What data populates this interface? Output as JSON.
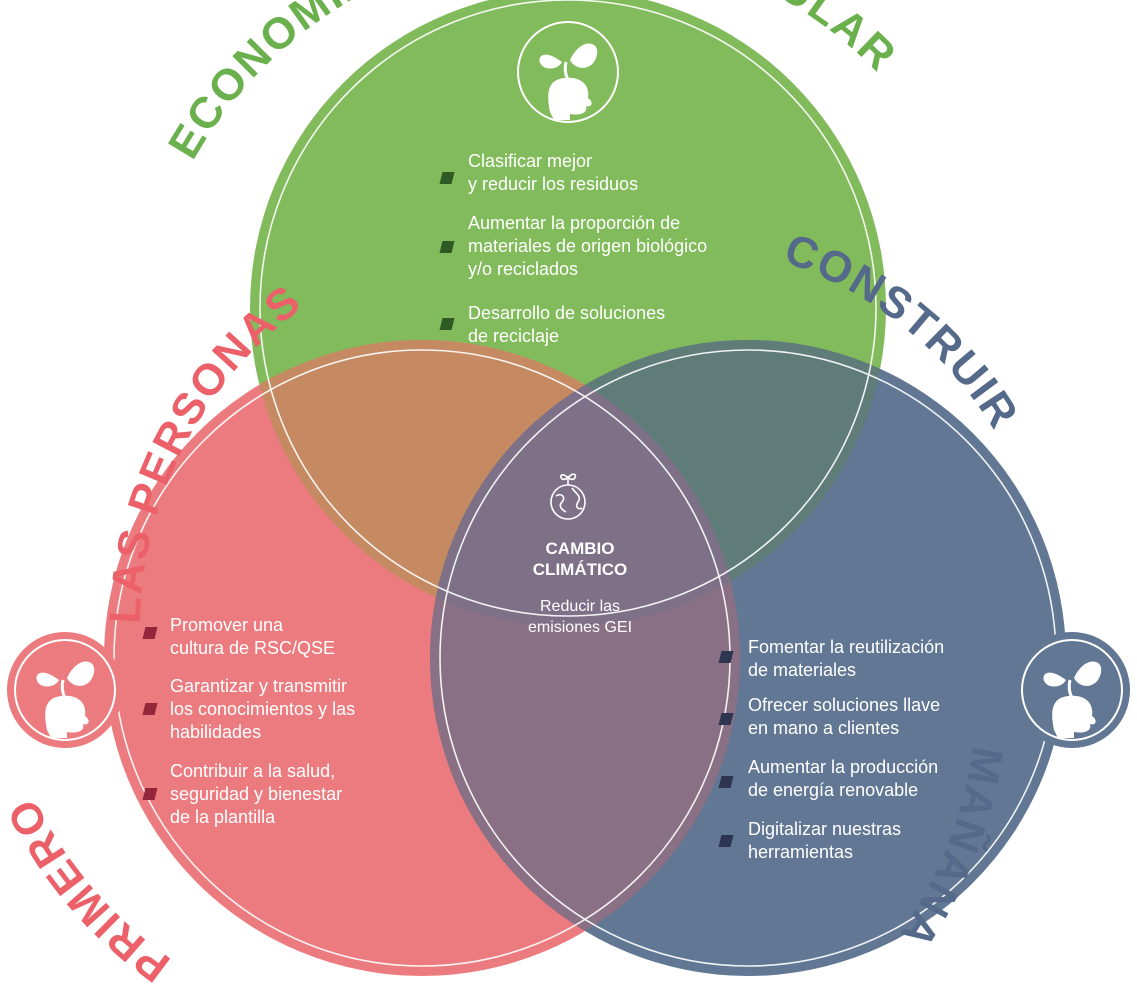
{
  "colors": {
    "green": "#82bb5b",
    "red": "#ec7b7f",
    "blue": "#627793",
    "overlap_green_red": "#c58a62",
    "overlap_green_blue": "#5f7c78",
    "overlap_red_blue": "#8a7084",
    "overlap_center": "#7d7087",
    "bullet_green": "#2f5a23",
    "bullet_red": "#93263a",
    "bullet_blue": "#2d3550",
    "title_green": "#6ab04c",
    "title_red": "#ec6069",
    "title_blue": "#55698a"
  },
  "circles": {
    "top": {
      "title_left": "ECONOMÍA",
      "title_right": "CIRCULAR",
      "icon": "plant-head-icon",
      "items": [
        "Clasificar mejor\ny reducir los residuos",
        "Aumentar la proporción de\nmateriales de origen biológico\ny/o reciclados",
        "Desarrollo de soluciones\nde reciclaje"
      ]
    },
    "left": {
      "title_outer": "LAS PERSONAS",
      "title_bottom": "PRIMERO",
      "icon": "plant-head-icon",
      "items": [
        "Promover una\ncultura de RSC/QSE",
        "Garantizar y transmitir\nlos conocimientos y las\nhabilidades",
        "Contribuir a la salud,\nseguridad y bienestar\nde la plantilla"
      ]
    },
    "right": {
      "title_outer": "CONSTRUIR",
      "title_bottom": "MAÑANA",
      "icon": "plant-head-icon",
      "items": [
        "Fomentar la reutilización\nde materiales",
        "Ofrecer soluciones llave\nen mano a clientes",
        "Aumentar la producción\nde energía renovable",
        "Digitalizar nuestras\nherramientas"
      ]
    }
  },
  "center": {
    "icon": "globe-sprout-icon",
    "title": "CAMBIO\nCLIMÁTICO",
    "text": "Reducir las\nemisiones GEI"
  }
}
